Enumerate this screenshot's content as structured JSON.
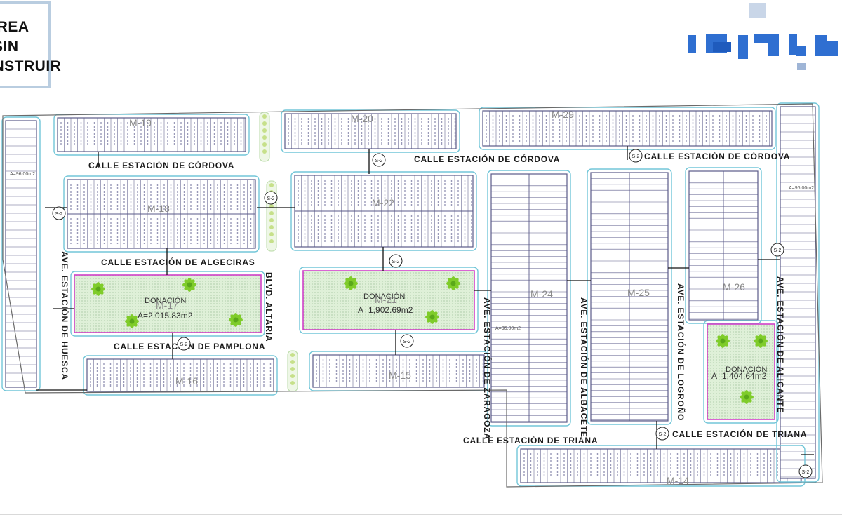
{
  "legend": {
    "lines": [
      "ÁREA",
      "SIN",
      "CONSTRUIR"
    ]
  },
  "streets": {
    "cordova_1": "CALLE ESTACIÓN DE CÓRDOVA",
    "cordova_2": "CALLE ESTACIÓN DE CÓRDOVA",
    "cordova_3": "CALLE ESTACIÓN DE CÓRDOVA",
    "algeciras": "CALLE ESTACIÓN DE ALGECIRAS",
    "pamplona": "CALLE ESTACIÓN DE PAMPLONA",
    "triana_1": "CALLE ESTACIÓN DE TRIANA",
    "triana_2": "CALLE ESTACIÓN DE TRIANA",
    "huesca": "AVE. ESTACIÓN DE HUESCA",
    "altaria": "BLVD. ALTARIA",
    "zaragoza": "AVE. ESTACIÓN DE ZARAGOZA",
    "albacete": "AVE. ESTACIÓN DE ALBACETE",
    "logrono": "AVE. ESTACIÓN DE LOGROÑO",
    "alicante": "AVE. ESTACIÓN DE ALICANTE"
  },
  "donations": [
    {
      "label": "DONACIÓN",
      "area": "A=2,015.83m2"
    },
    {
      "label": "DONACIÓN",
      "area": "A=1,902.69m2"
    },
    {
      "label": "DONACIÓN",
      "area": "A=1,404.64m2"
    }
  ],
  "manzanas": [
    "M-19",
    "M-20",
    "M-29",
    "M-18",
    "M-22",
    "M-17",
    "M-21",
    "M-24",
    "M-25",
    "M-26",
    "M-16",
    "M-15",
    "M-14"
  ],
  "section_marker": "S-2",
  "lot_area_label": "A=96.00m2",
  "colors": {
    "lot_line": "#5a5a88",
    "block_outline": "#72c6d8",
    "donation_fill": "#dff0d8",
    "donation_border": "#d040c8",
    "tree": "#7fcc2a",
    "accent_logo": "#2f6fd1"
  },
  "icons": [
    "tree-icon",
    "section-marker-icon"
  ]
}
